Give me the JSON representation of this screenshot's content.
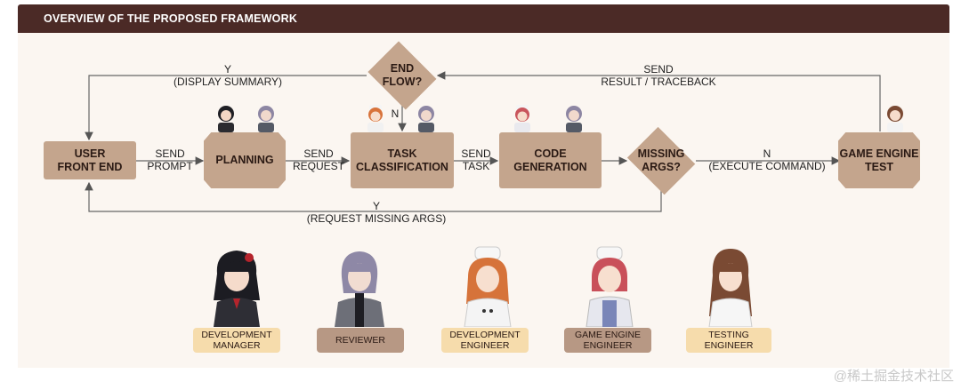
{
  "header": {
    "title": "OVERVIEW OF THE PROPOSED FRAMEWORK"
  },
  "nodes": {
    "user_front_end": "USER\nFRONT END",
    "planning": "PLANNING",
    "task_classification": "TASK\nCLASSIFICATION",
    "code_generation": "CODE\nGENERATION",
    "game_engine_test": "GAME ENGINE\nTEST",
    "end_flow": "END\nFLOW?",
    "missing_args": "MISSING\nARGS?"
  },
  "edges": {
    "send_prompt": "SEND\nPROMPT",
    "send_request": "SEND\nREQUEST",
    "send_task": "SEND\nTASK",
    "execute_command": "N\n(EXECUTE COMMAND)",
    "send_result": "SEND\nRESULT / TRACEBACK",
    "display_summary": "Y\n(DISPLAY SUMMARY)",
    "end_flow_n": "N",
    "request_missing_args": "Y\n(REQUEST MISSING ARGS)"
  },
  "roles": [
    {
      "label": "DEVELOPMENT\nMANAGER"
    },
    {
      "label": "REVIEWER"
    },
    {
      "label": "DEVELOPMENT\nENGINEER"
    },
    {
      "label": "GAME ENGINE\nENGINEER"
    },
    {
      "label": "TESTING\nENGINEER"
    }
  ],
  "colors": {
    "header": "#4b2a26",
    "node": "#c4a58d",
    "role_light": "#f6dcac",
    "role_dark": "#b79884",
    "panel": "#fbf6f1"
  },
  "watermark": "@稀土掘金技术社区"
}
